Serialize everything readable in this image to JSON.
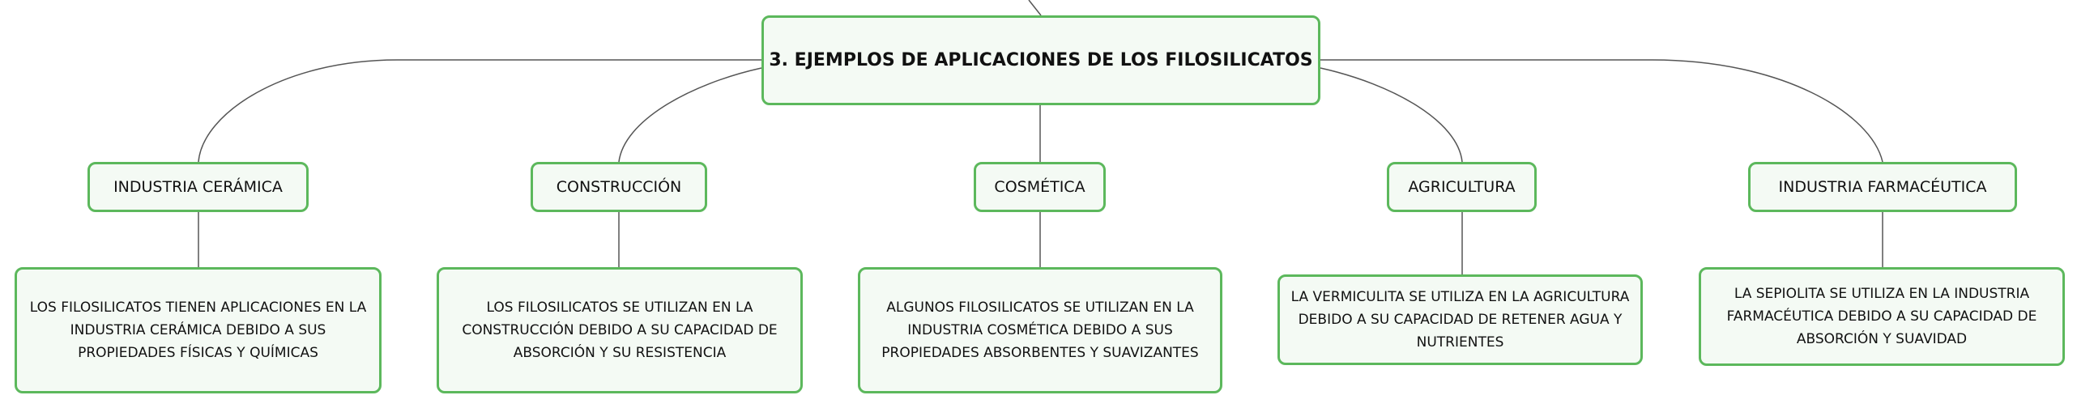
{
  "root": {
    "title": "3. EJEMPLOS DE APLICACIONES DE LOS FILOSILICATOS"
  },
  "branches": [
    {
      "label": "INDUSTRIA CERÁMICA",
      "description": "LOS FILOSILICATOS TIENEN APLICACIONES EN LA INDUSTRIA CERÁMICA DEBIDO A SUS PROPIEDADES FÍSICAS Y QUÍMICAS"
    },
    {
      "label": "CONSTRUCCIÓN",
      "description": "LOS FILOSILICATOS SE UTILIZAN EN LA CONSTRUCCIÓN DEBIDO A SU CAPACIDAD DE ABSORCIÓN Y SU RESISTENCIA"
    },
    {
      "label": "COSMÉTICA",
      "description": "ALGUNOS FILOSILICATOS SE UTILIZAN EN LA INDUSTRIA COSMÉTICA DEBIDO A SUS PROPIEDADES ABSORBENTES Y SUAVIZANTES"
    },
    {
      "label": "AGRICULTURA",
      "description": "LA VERMICULITA SE UTILIZA EN LA AGRICULTURA DEBIDO A SU CAPACIDAD DE RETENER AGUA Y NUTRIENTES"
    },
    {
      "label": "INDUSTRIA FARMACÉUTICA",
      "description": "LA SEPIOLITA SE UTILIZA EN LA INDUSTRIA FARMACÉUTICA DEBIDO A SU CAPACIDAD DE ABSORCIÓN Y SUAVIDAD"
    }
  ],
  "colors": {
    "node_border": "#5cb85c",
    "node_fill": "#f4faf4",
    "connector": "#555555"
  }
}
